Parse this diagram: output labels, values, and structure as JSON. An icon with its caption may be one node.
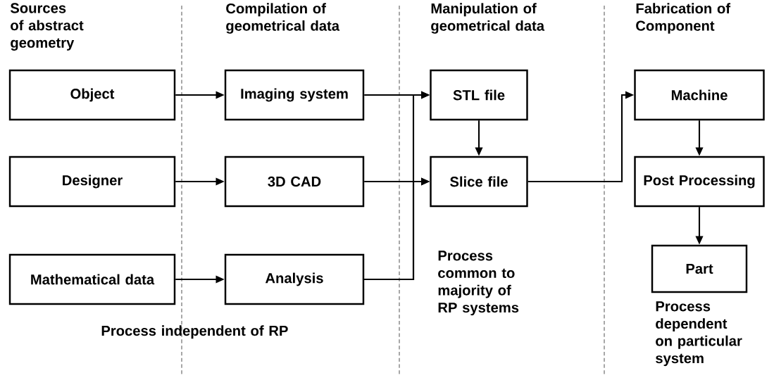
{
  "diagram": {
    "nodes": [
      {
        "text": [
          "Object"
        ]
      },
      {
        "text": [
          "Imaging system"
        ]
      },
      {
        "text": [
          "STL file"
        ]
      },
      {
        "text": [
          "Machine"
        ]
      },
      {
        "text": [
          "Designer"
        ]
      },
      {
        "text": [
          "3D CAD"
        ]
      },
      {
        "text": [
          "Slice file"
        ]
      },
      {
        "text": [
          "Post Processing"
        ]
      },
      {
        "text": [
          "Mathematical data"
        ]
      },
      {
        "text": [
          "Analysis"
        ]
      },
      {
        "text": [
          "Part"
        ]
      }
    ],
    "edges": [
      {
        "from": 0,
        "to": 1,
        "arrow": "to"
      },
      {
        "from": 1,
        "to": 2,
        "arrow": "to"
      },
      {
        "from": 4,
        "to": 5,
        "arrow": "to"
      },
      {
        "from": 5,
        "to": 6,
        "arrow": "to"
      },
      {
        "from": 8,
        "to": 9,
        "arrow": "to"
      },
      {
        "from": 9,
        "to": 2,
        "arrow": "to"
      },
      {
        "from": 9,
        "to": 6,
        "arrow": "to"
      },
      {
        "from": 2,
        "to": 6,
        "arrow": "to"
      },
      {
        "from": 6,
        "to": 3,
        "arrow": "to"
      },
      {
        "from": 3,
        "to": 7,
        "arrow": "to"
      },
      {
        "from": 7,
        "to": 10,
        "arrow": "to"
      }
    ],
    "labels": [
      "Sources of abstract geometry",
      "Compilation of geometrical data",
      "Manipulation of geometrical data",
      "Fabrication of Component",
      "Process common to majority of RP systems",
      "Process dependent on particular system",
      "Process independent of RP"
    ]
  }
}
